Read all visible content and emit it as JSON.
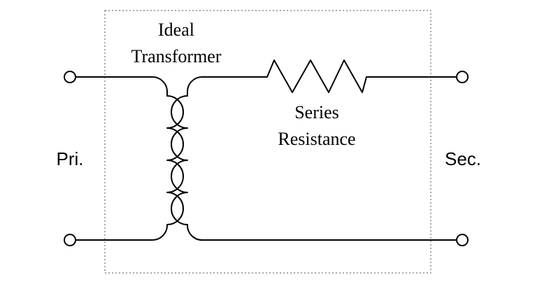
{
  "diagram": {
    "title_line1": "Ideal",
    "title_line2": "Transformer",
    "resistor_label_line1": "Series",
    "resistor_label_line2": "Resistance",
    "primary_label": "Pri.",
    "secondary_label": "Sec."
  }
}
